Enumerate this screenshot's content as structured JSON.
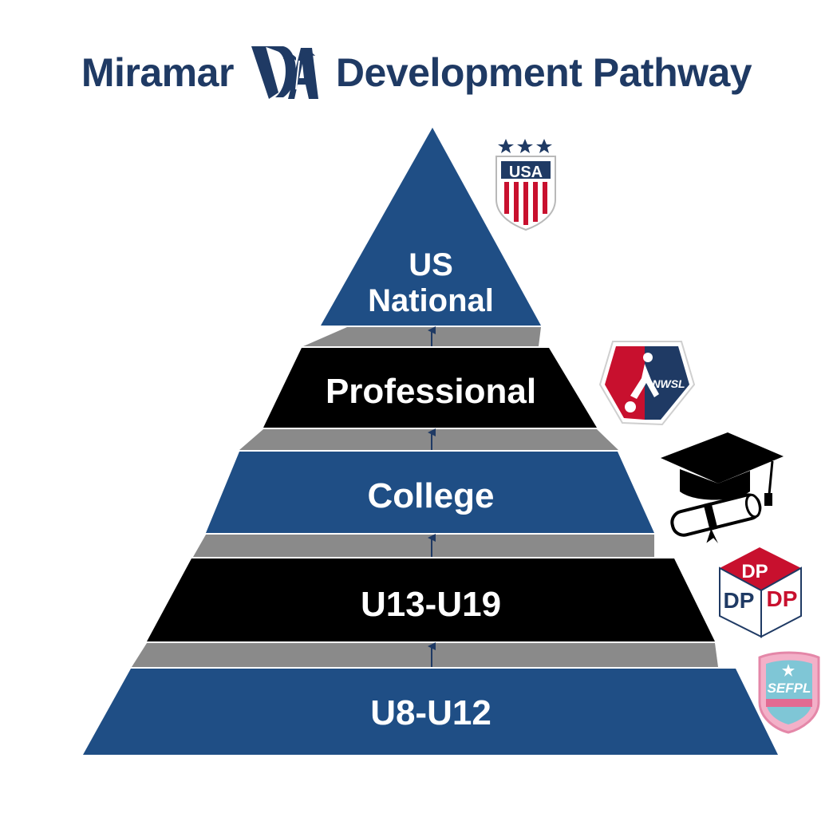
{
  "title": {
    "left": "Miramar",
    "right": "Development Pathway",
    "logo_icon": "miramar-palm-logo"
  },
  "tiers": [
    {
      "label_lines": [
        "US",
        "National"
      ],
      "color": "#1f4e85",
      "badge": "usa-crest-icon"
    },
    {
      "label_lines": [
        "Professional"
      ],
      "color": "#000000",
      "badge": "nwsl-icon"
    },
    {
      "label_lines": [
        "College"
      ],
      "color": "#1f4e85",
      "badge": "graduation-cap-icon"
    },
    {
      "label_lines": [
        "U13-U19"
      ],
      "color": "#000000",
      "badge": "dp-cube-icon"
    },
    {
      "label_lines": [
        "U8-U12"
      ],
      "color": "#1f4e85",
      "badge": "sefpl-shield-icon"
    }
  ],
  "badges": {
    "usa": "USA",
    "nwsl": "NWSL",
    "dp": "DP",
    "sefpl": "SEFPL"
  },
  "colors": {
    "navy": "#1f4e85",
    "black": "#000000",
    "title": "#1f3a64",
    "connector": "#8a8a8a",
    "red": "#c8102e"
  }
}
